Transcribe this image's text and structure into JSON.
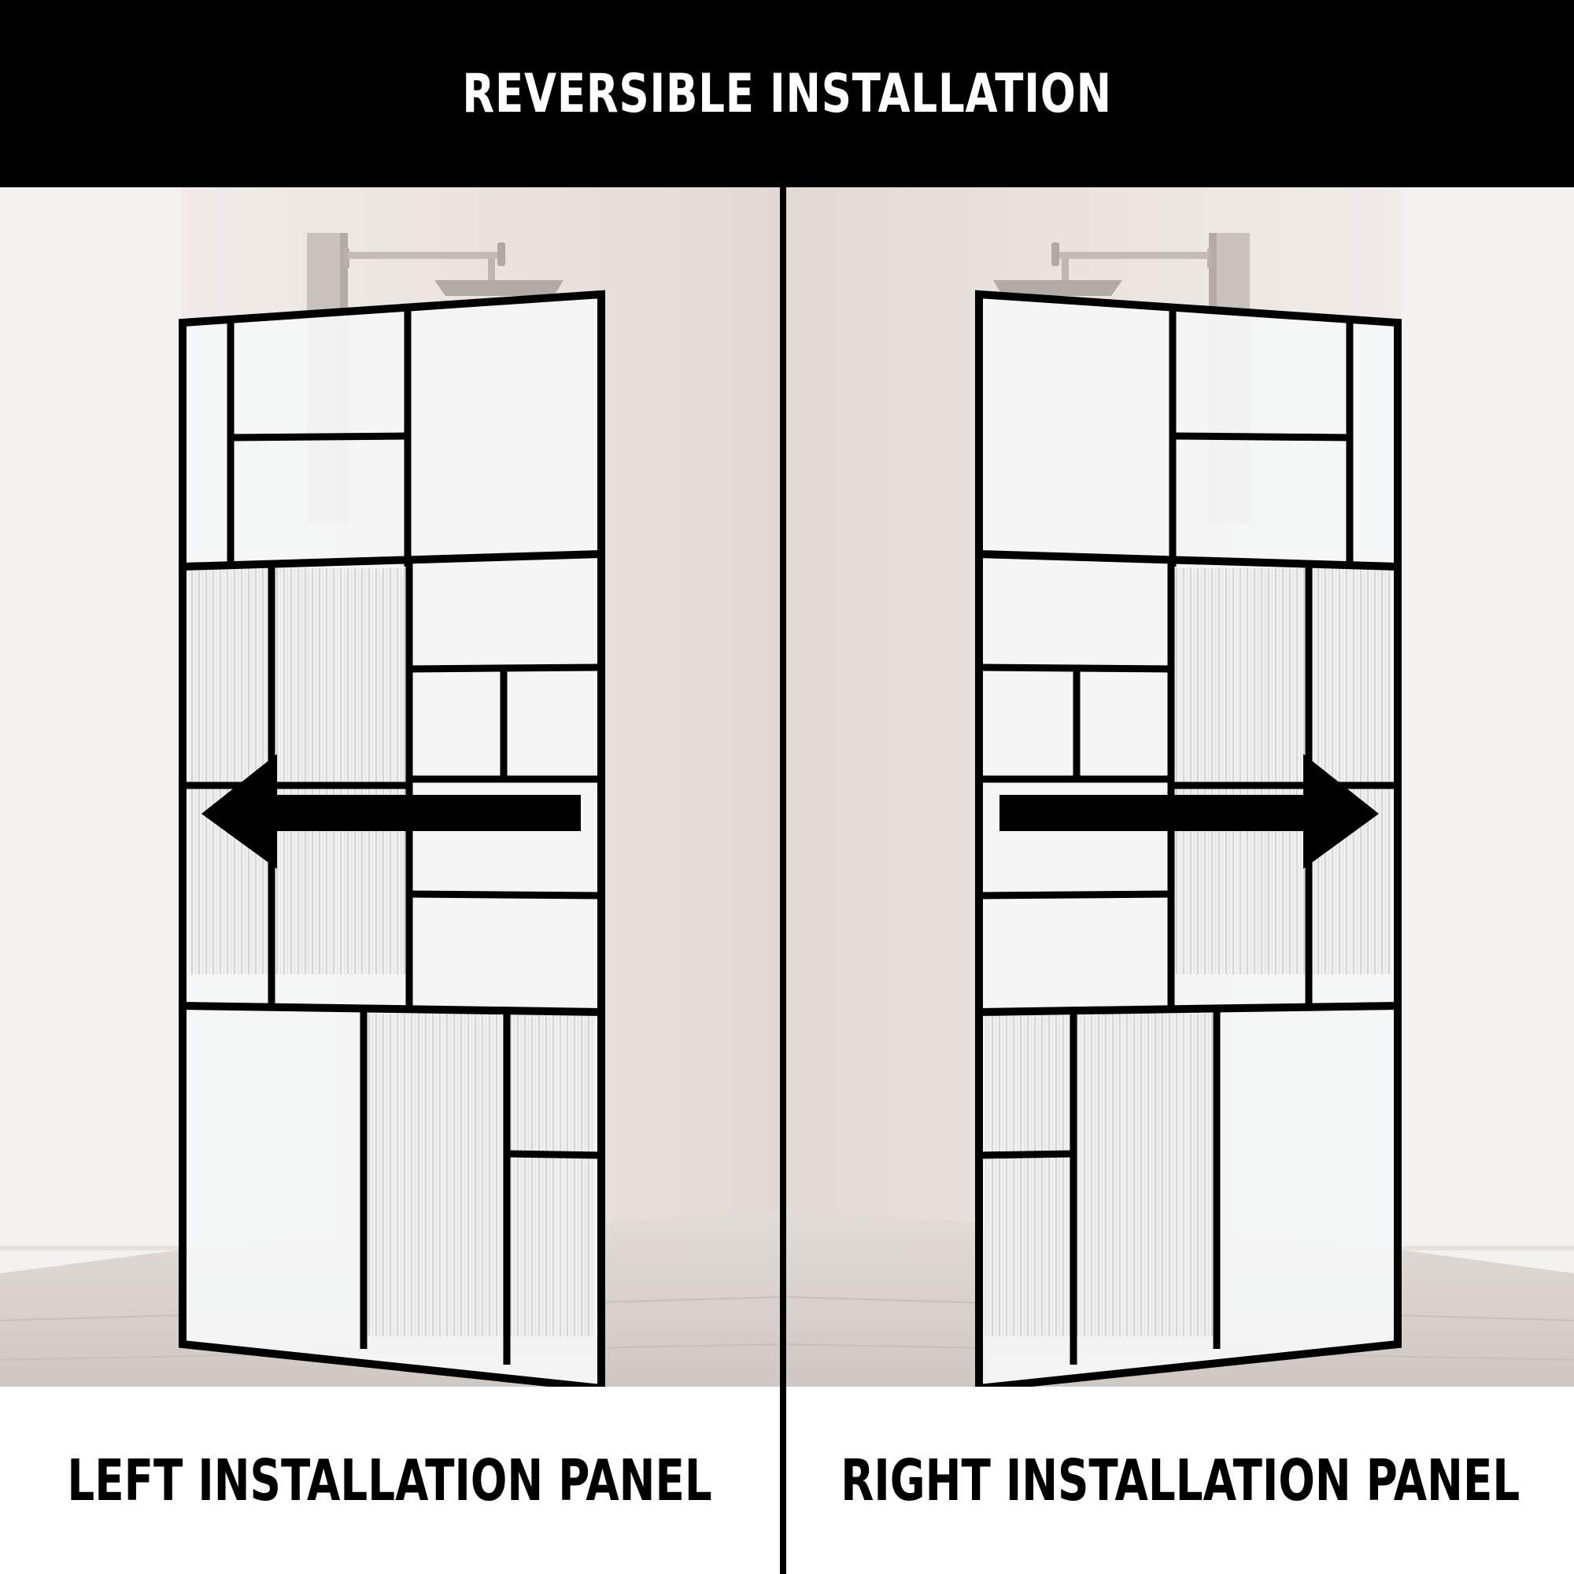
{
  "header": {
    "title": "REVERSIBLE INSTALLATION"
  },
  "panels": [
    {
      "label": "LEFT INSTALLATION PANEL",
      "arrow_direction": "left"
    },
    {
      "label": "RIGHT INSTALLATION PANEL",
      "arrow_direction": "right"
    }
  ],
  "colors": {
    "header_background": "#000000",
    "header_text": "#ffffff",
    "frame": "#000000",
    "wall": "#ece7e4",
    "floor": "#d9d3cf"
  },
  "icons": [
    "shower-head-icon",
    "arrow-left-icon",
    "arrow-right-icon"
  ]
}
